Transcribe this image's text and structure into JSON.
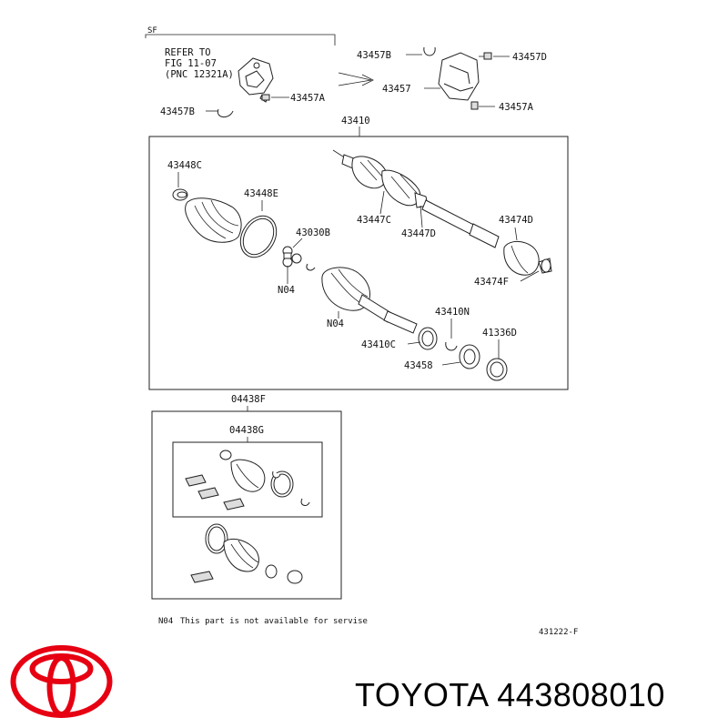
{
  "brand": {
    "caption": "TOYOTA 443808010",
    "logo_icon": "toyota-logo-icon",
    "logo_color": "#e60012"
  },
  "diagram": {
    "section_label": "SF",
    "refer_lines": [
      "REFER TO",
      "FIG 11-07",
      "(PNC 12321A)"
    ],
    "callouts": {
      "c43457B_top": "43457B",
      "c43457D": "43457D",
      "c43457_mid": "43457",
      "c43457A_right": "43457A",
      "c43457A_left": "43457A",
      "c43457B_left": "43457B",
      "c43410": "43410",
      "c43448C": "43448C",
      "c43448E": "43448E",
      "c43447C": "43447C",
      "c43447D": "43447D",
      "c43474D": "43474D",
      "c43030B": "43030B",
      "c43474F": "43474F",
      "cN04a": "N04",
      "cN04b": "N04",
      "c43410N": "43410N",
      "c41336D": "41336D",
      "c43410C": "43410C",
      "c43458": "43458",
      "c04438F": "04438F",
      "c04438G": "04438G"
    },
    "footnote_code": "N04",
    "footnote_text": "This part is not available for servise",
    "figure_id": "431222-F"
  }
}
